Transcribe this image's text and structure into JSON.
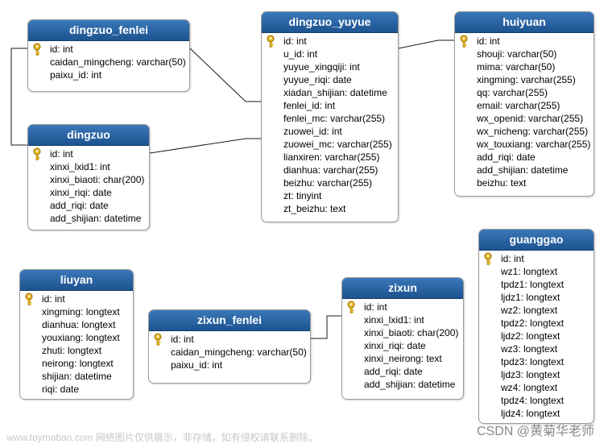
{
  "colors": {
    "header": "#2a66a6",
    "key": "#e8b820",
    "link": "#1a1a1a"
  },
  "tables": [
    {
      "id": "dingzuo_fenlei",
      "name": "dingzuo_fenlei",
      "fields": [
        {
          "text": "id: int",
          "pk": true
        },
        {
          "text": "caidan_mingcheng: varchar(50)"
        },
        {
          "text": "paixu_id: int"
        }
      ]
    },
    {
      "id": "dingzuo",
      "name": "dingzuo",
      "fields": [
        {
          "text": "id: int",
          "pk": true
        },
        {
          "text": "xinxi_lxid1: int"
        },
        {
          "text": "xinxi_biaoti: char(200)"
        },
        {
          "text": "xinxi_riqi: date"
        },
        {
          "text": "add_riqi: date"
        },
        {
          "text": "add_shijian: datetime"
        }
      ]
    },
    {
      "id": "dingzuo_yuyue",
      "name": "dingzuo_yuyue",
      "fields": [
        {
          "text": "id: int",
          "pk": true
        },
        {
          "text": "u_id: int"
        },
        {
          "text": "yuyue_xingqiji: int"
        },
        {
          "text": "yuyue_riqi: date"
        },
        {
          "text": "xiadan_shijian: datetime"
        },
        {
          "text": "fenlei_id: int"
        },
        {
          "text": "fenlei_mc: varchar(255)"
        },
        {
          "text": "zuowei_id: int"
        },
        {
          "text": "zuowei_mc: varchar(255)"
        },
        {
          "text": "lianxiren: varchar(255)"
        },
        {
          "text": "dianhua: varchar(255)"
        },
        {
          "text": "beizhu: varchar(255)"
        },
        {
          "text": "zt: tinyint"
        },
        {
          "text": "zt_beizhu: text"
        }
      ]
    },
    {
      "id": "huiyuan",
      "name": "huiyuan",
      "fields": [
        {
          "text": "id: int",
          "pk": true
        },
        {
          "text": "shouji: varchar(50)"
        },
        {
          "text": "mima: varchar(50)"
        },
        {
          "text": "xingming: varchar(255)"
        },
        {
          "text": "qq: varchar(255)"
        },
        {
          "text": "email: varchar(255)"
        },
        {
          "text": "wx_openid: varchar(255)"
        },
        {
          "text": "wx_nicheng: varchar(255)"
        },
        {
          "text": "wx_touxiang: varchar(255)"
        },
        {
          "text": "add_riqi: date"
        },
        {
          "text": "add_shijian: datetime"
        },
        {
          "text": "beizhu: text"
        }
      ]
    },
    {
      "id": "guanggao",
      "name": "guanggao",
      "fields": [
        {
          "text": "id: int",
          "pk": true
        },
        {
          "text": "wz1: longtext"
        },
        {
          "text": "tpdz1: longtext"
        },
        {
          "text": "ljdz1: longtext"
        },
        {
          "text": "wz2: longtext"
        },
        {
          "text": "tpdz2: longtext"
        },
        {
          "text": "ljdz2: longtext"
        },
        {
          "text": "wz3: longtext"
        },
        {
          "text": "tpdz3: longtext"
        },
        {
          "text": "ljdz3: longtext"
        },
        {
          "text": "wz4: longtext"
        },
        {
          "text": "tpdz4: longtext"
        },
        {
          "text": "ljdz4: longtext"
        }
      ]
    },
    {
      "id": "liuyan",
      "name": "liuyan",
      "fields": [
        {
          "text": "id: int",
          "pk": true
        },
        {
          "text": "xingming: longtext"
        },
        {
          "text": "dianhua: longtext"
        },
        {
          "text": "youxiang: longtext"
        },
        {
          "text": "zhuti: longtext"
        },
        {
          "text": "neirong: longtext"
        },
        {
          "text": "shijian: datetime"
        },
        {
          "text": "riqi: date"
        }
      ]
    },
    {
      "id": "zixun_fenlei",
      "name": "zixun_fenlei",
      "fields": [
        {
          "text": "id: int",
          "pk": true
        },
        {
          "text": "caidan_mingcheng: varchar(50)"
        },
        {
          "text": "paixu_id: int"
        }
      ]
    },
    {
      "id": "zixun",
      "name": "zixun",
      "fields": [
        {
          "text": "id: int",
          "pk": true
        },
        {
          "text": "xinxi_lxid1: int"
        },
        {
          "text": "xinxi_biaoti: char(200)"
        },
        {
          "text": "xinxi_riqi: date"
        },
        {
          "text": "xinxi_neirong: text"
        },
        {
          "text": "add_riqi: date"
        },
        {
          "text": "add_shijian: datetime"
        }
      ]
    }
  ],
  "relations": [
    {
      "from": "dingzuo_fenlei",
      "to": "dingzuo"
    },
    {
      "from": "dingzuo_fenlei",
      "to": "dingzuo_yuyue"
    },
    {
      "from": "dingzuo",
      "to": "dingzuo_yuyue"
    },
    {
      "from": "dingzuo_yuyue",
      "to": "huiyuan"
    },
    {
      "from": "zixun_fenlei",
      "to": "zixun"
    }
  ],
  "watermarks": {
    "left": "www.toymoban.com 网络图片仅供展示，非存储，如有侵权请联系删除。",
    "right": "CSDN @黄菊华老师"
  }
}
